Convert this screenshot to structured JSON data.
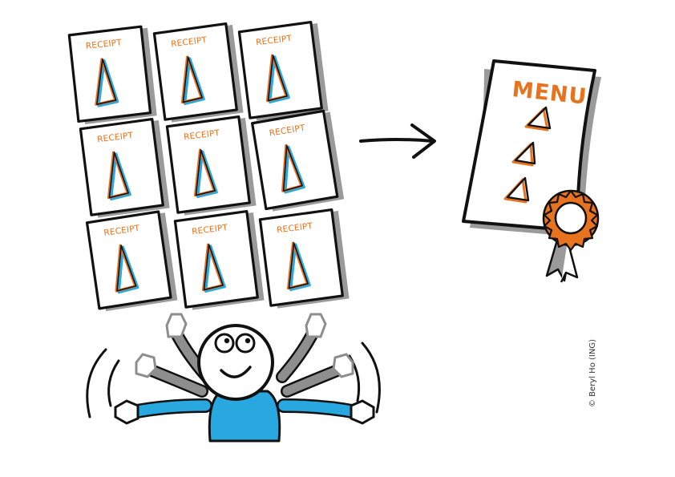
{
  "receipts": {
    "label": "RECEIPT",
    "count": 9
  },
  "menu": {
    "title": "MENU",
    "item_count": 3
  },
  "credit": "© Beryl Ho (ING)",
  "icons": {
    "arrow": "arrow-right-icon",
    "badge": "award-rosette-icon",
    "person": "multi-armed-person-icon"
  },
  "colors": {
    "accent_orange": "#e8731e",
    "accent_blue": "#29a8e0",
    "shadow_gray": "#9a9a9a",
    "ink": "#111111"
  }
}
